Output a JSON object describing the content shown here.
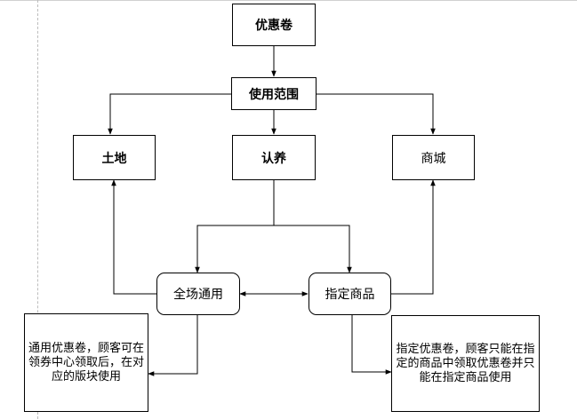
{
  "diagram": {
    "nodes": {
      "coupon": "优惠卷",
      "scope": "使用范围",
      "land": "土地",
      "adopt": "认养",
      "mall": "商城",
      "universal": "全场通用",
      "specified": "指定商品",
      "universal_note": "通用优惠卷，顾客可在领券中心领取后，在对应的版块使用",
      "specified_note": "指定优惠卷，顾客只能在指定的商品中领取优惠卷并只能在指定商品使用"
    },
    "edges": [
      {
        "from": "coupon",
        "to": "scope",
        "style": "arrow"
      },
      {
        "from": "scope",
        "to": "land",
        "style": "arrow"
      },
      {
        "from": "scope",
        "to": "adopt",
        "style": "arrow"
      },
      {
        "from": "scope",
        "to": "mall",
        "style": "arrow"
      },
      {
        "from": "universal",
        "to": "land",
        "style": "arrow"
      },
      {
        "from": "specified",
        "to": "mall",
        "style": "arrow"
      },
      {
        "from": "adopt",
        "to": "universal",
        "style": "arrow"
      },
      {
        "from": "adopt",
        "to": "specified",
        "style": "arrow"
      },
      {
        "from": "universal",
        "to": "specified",
        "style": "double-arrow"
      },
      {
        "from": "universal",
        "to": "universal_note",
        "style": "arrow"
      },
      {
        "from": "specified",
        "to": "specified_note",
        "style": "arrow"
      }
    ],
    "colors": {
      "stroke": "#000000",
      "fill": "#ffffff",
      "guide": "#bdbdbd"
    }
  }
}
